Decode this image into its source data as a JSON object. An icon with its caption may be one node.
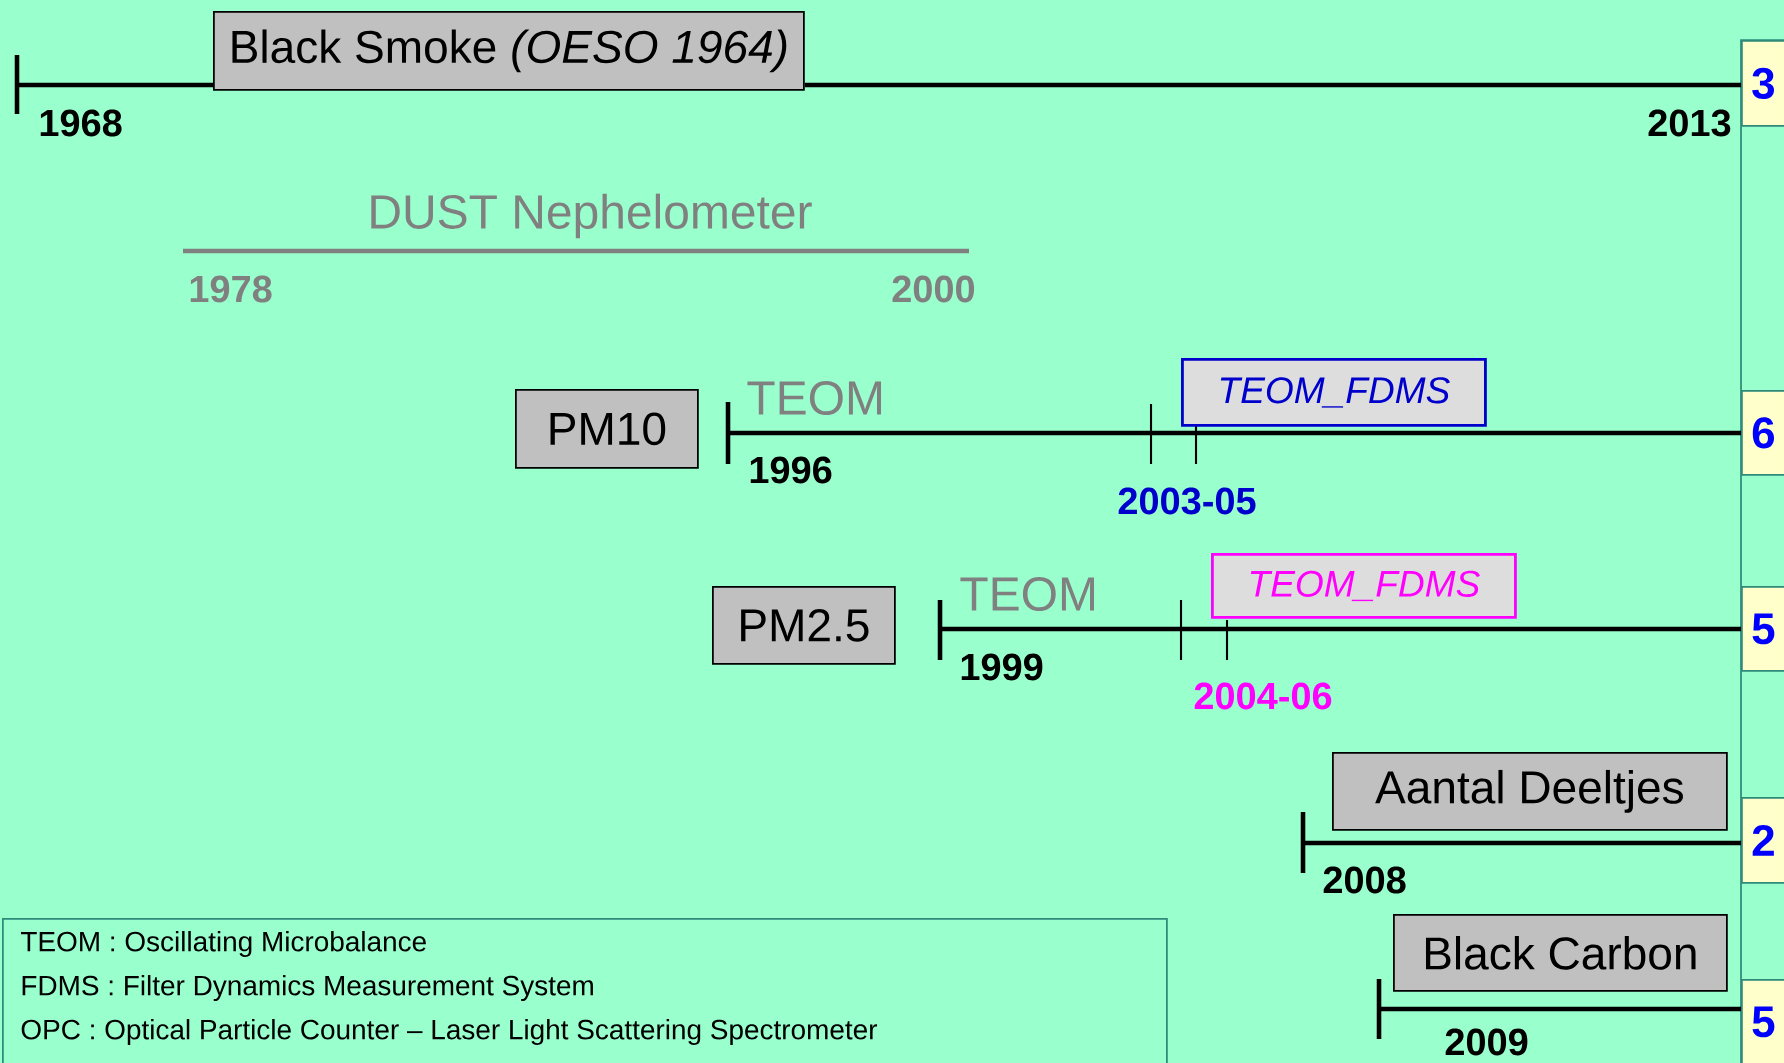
{
  "diagram": {
    "nodes": [
      {
        "text": [
          "Black Smoke *(OESO 1964)*"
        ]
      },
      {
        "text": [
          "PM10"
        ]
      },
      {
        "text": [
          "TEOM_FDMS"
        ]
      },
      {
        "text": [
          "PM2.5"
        ]
      },
      {
        "text": [
          "TEOM_FDMS"
        ]
      },
      {
        "text": [
          "Aantal Deeltjes"
        ]
      },
      {
        "text": [
          "Black Carbon"
        ]
      },
      {
        "text": [
          "3"
        ]
      },
      {
        "text": [
          "6"
        ]
      },
      {
        "text": [
          "5"
        ]
      },
      {
        "text": [
          "2"
        ]
      },
      {
        "text": [
          "5"
        ]
      },
      {
        "text": [
          "TEOM : Oscillating Microbalance",
          "FDMS : Filter Dynamics Measurement System",
          "OPC : Optical Particle Counter – Laser Light Scattering Spectrometer"
        ]
      }
    ],
    "edges": [
      {
        "from": null,
        "to": 7,
        "arrow": "none"
      },
      {
        "from": null,
        "to": 8,
        "arrow": "none"
      },
      {
        "from": null,
        "to": 9,
        "arrow": "none"
      },
      {
        "from": null,
        "to": 10,
        "arrow": "none"
      },
      {
        "from": null,
        "to": 11,
        "arrow": "none"
      }
    ],
    "labels": [
      "1968",
      "2013",
      "DUST Nephelometer",
      "1978",
      "2000",
      "TEOM",
      "1996",
      "2003-05",
      "TEOM",
      "1999",
      "2004-06",
      "2008",
      "2009"
    ]
  }
}
